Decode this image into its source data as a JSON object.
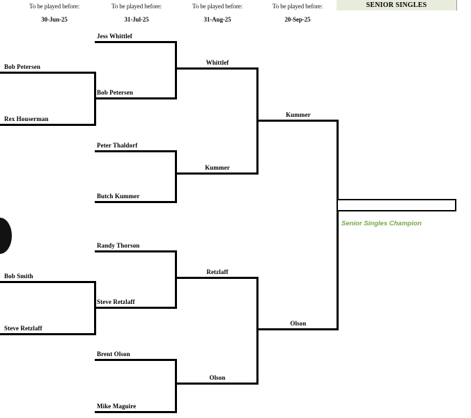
{
  "header": {
    "title": "SENIOR SINGLES",
    "title_bg": "#e7ecdd",
    "rounds": [
      {
        "caption": "To be played before:",
        "date": "30-Jun-25"
      },
      {
        "caption": "To be played before:",
        "date": "31-Jul-25"
      },
      {
        "caption": "To be played before:",
        "date": "31-Aug-25"
      },
      {
        "caption": "To be played before:",
        "date": "20-Sep-25"
      }
    ]
  },
  "bracket": {
    "round1": {
      "top": [
        {
          "name": "Bob Petersen"
        },
        {
          "name": "Rex Houserman"
        }
      ],
      "bottom": [
        {
          "name": "Bob Smith"
        },
        {
          "name": "Steve Retzlaff"
        }
      ]
    },
    "round2": [
      {
        "name": "Jess Whittlef"
      },
      {
        "name": "Bob Petersen"
      },
      {
        "name": "Peter Thaldorf"
      },
      {
        "name": "Butch Kummer"
      },
      {
        "name": "Randy Thorson"
      },
      {
        "name": "Steve Retzlaff"
      },
      {
        "name": "Brent Olson"
      },
      {
        "name": "Mike Maguire"
      }
    ],
    "round3": [
      {
        "name": "Whittlef"
      },
      {
        "name": "Kummer"
      },
      {
        "name": "Retzlaff"
      },
      {
        "name": "Olson"
      }
    ],
    "round4": [
      {
        "name": "Kummer"
      },
      {
        "name": "Olson"
      }
    ],
    "champion": {
      "name": "",
      "label": "Senior Singles Champion",
      "label_color": "#76a843"
    }
  }
}
